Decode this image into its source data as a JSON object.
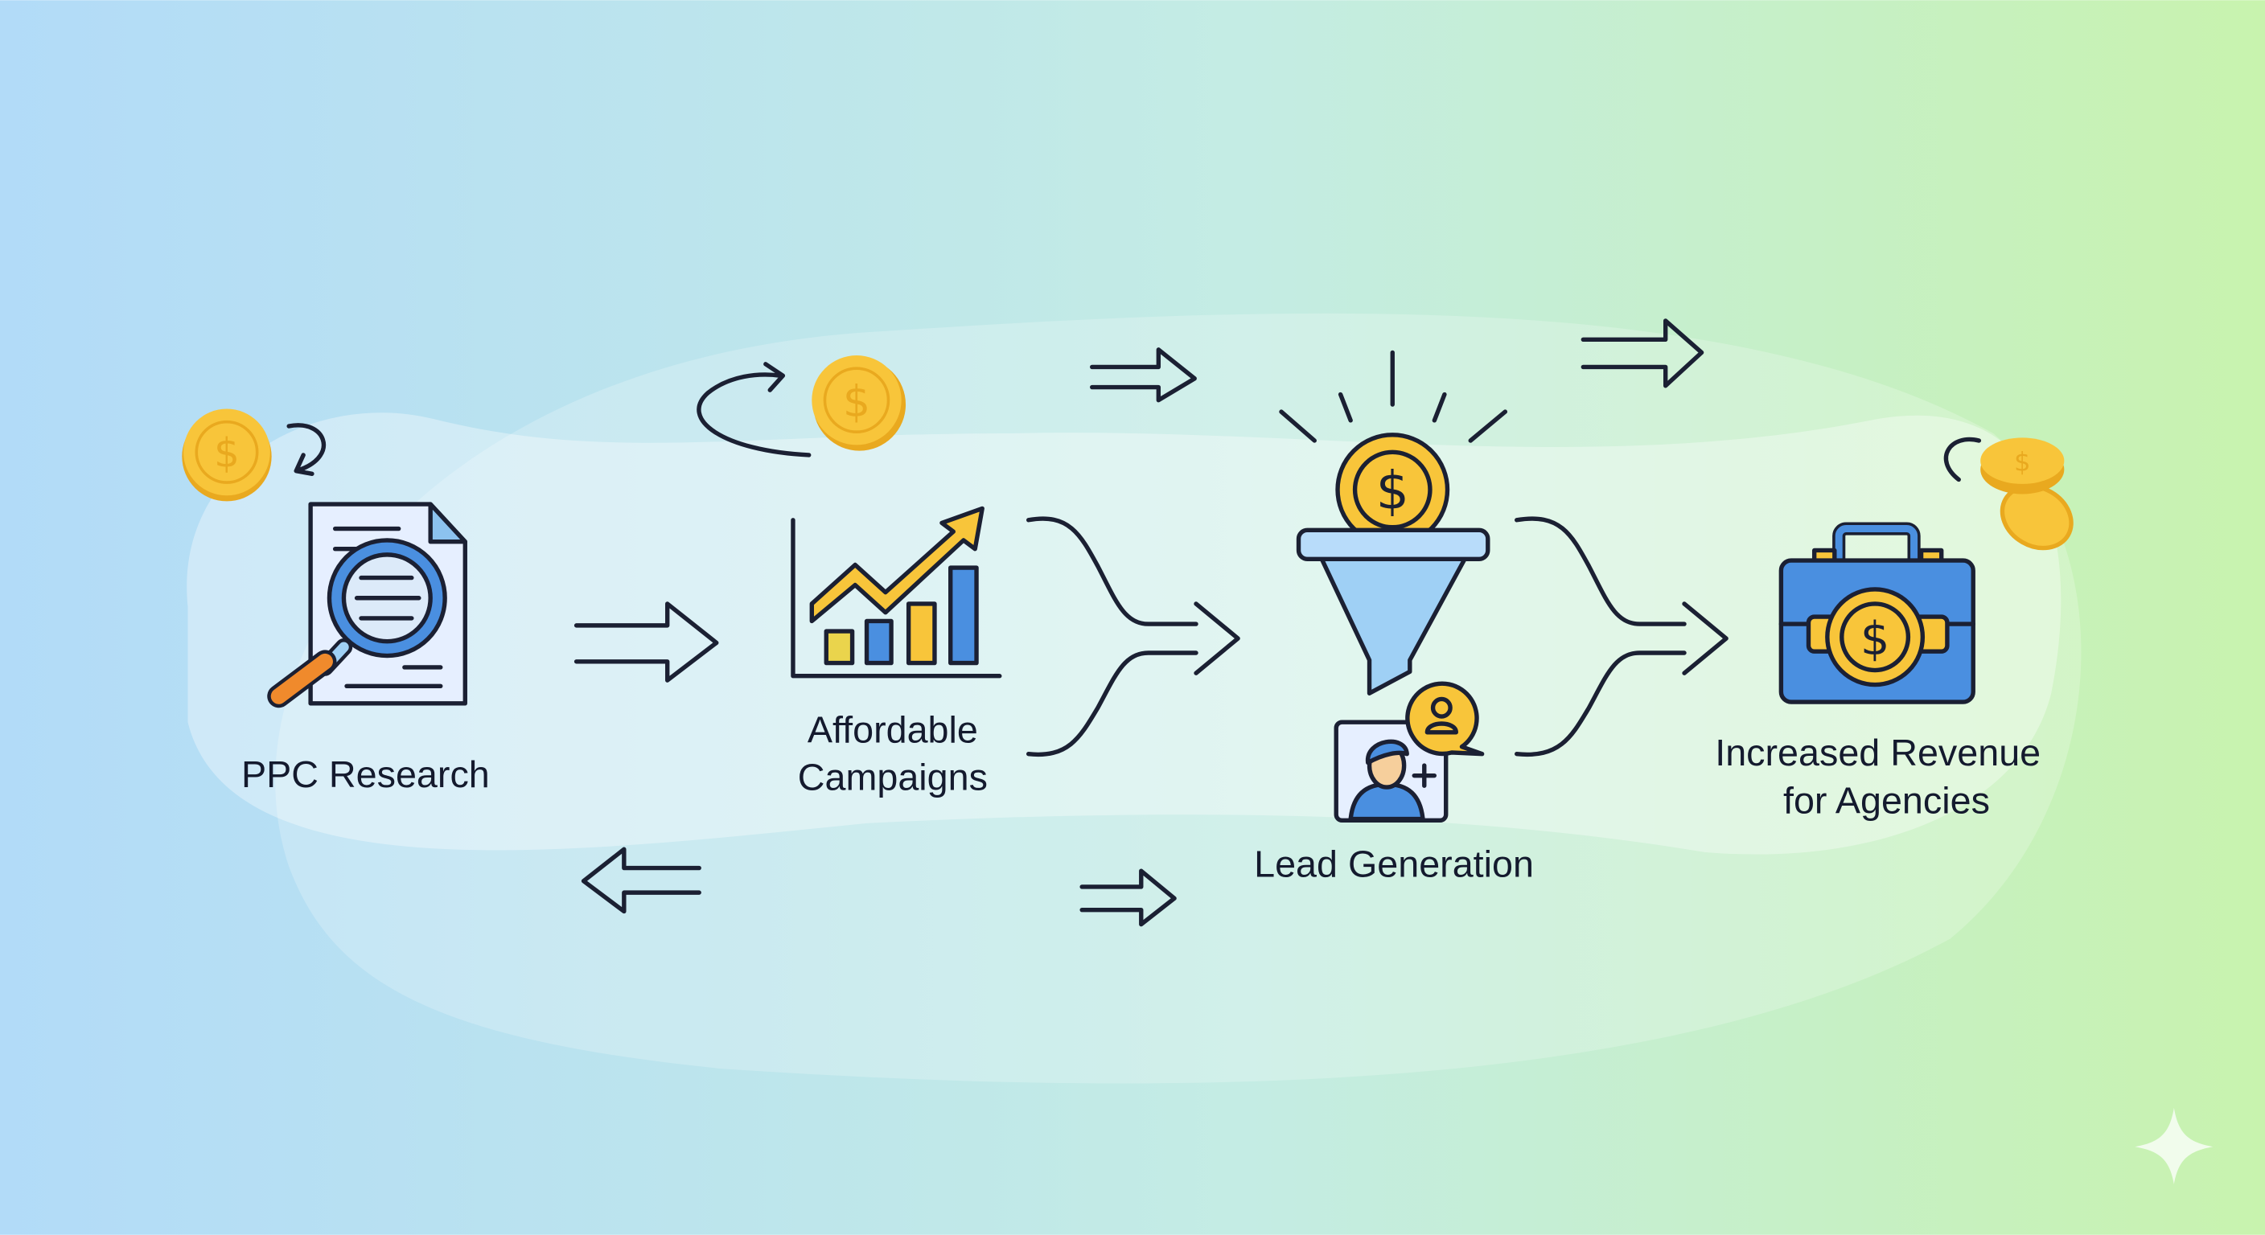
{
  "steps": [
    {
      "id": "ppc-research",
      "label_lines": [
        "PPC Research"
      ],
      "icon": "document-magnifier-icon"
    },
    {
      "id": "affordable-campaigns",
      "label_lines": [
        "Affordable",
        "Campaigns"
      ],
      "icon": "growth-chart-icon"
    },
    {
      "id": "lead-generation",
      "label_lines": [
        "Lead Generation"
      ],
      "icon": "funnel-coin-icon"
    },
    {
      "id": "increased-revenue",
      "label_lines": [
        "Increased Revenue",
        "for Agencies"
      ],
      "icon": "briefcase-coin-icon"
    }
  ],
  "coin_symbol": "$",
  "colors": {
    "bg_left": "#b2dbf8",
    "bg_right": "#c6f2b0",
    "coin": "#f8c53a",
    "coin_dark": "#e9a91f",
    "blue": "#4a8fe0",
    "light_blue": "#9fd0f5",
    "orange": "#f08a2c",
    "ink": "#1b2033"
  }
}
